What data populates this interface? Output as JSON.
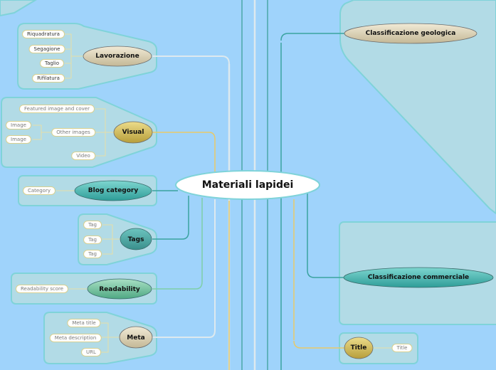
{
  "central": "Materiali lapidei",
  "branches": [
    {
      "id": "lavorazione",
      "label": "Lavorazione",
      "children": [
        "Riquadratura",
        "Segagione",
        "Taglio",
        "Rifilatura"
      ]
    },
    {
      "id": "visual",
      "label": "Visual",
      "children": [
        "Featured image and cover",
        "Other images",
        "Video"
      ],
      "sub_children": [
        "Image",
        "Image"
      ]
    },
    {
      "id": "blog-category",
      "label": "Blog category",
      "children": [
        "Category"
      ]
    },
    {
      "id": "tags",
      "label": "Tags",
      "children": [
        "Tag",
        "Tag",
        "Tag"
      ]
    },
    {
      "id": "readability",
      "label": "Readability",
      "children": [
        "Readability score"
      ]
    },
    {
      "id": "meta",
      "label": "Meta",
      "children": [
        "Meta title",
        "Meta description",
        "URL"
      ]
    },
    {
      "id": "classificazione-geologica",
      "label": "Classificazione geologica",
      "children": []
    },
    {
      "id": "classificazione-commerciale",
      "label": "Classificazione commerciale",
      "children": []
    },
    {
      "id": "title",
      "label": "Title",
      "children": [
        "Title"
      ]
    }
  ],
  "colors": {
    "background": "#9fd3fb",
    "panel_fill": "#b2dbe6",
    "panel_stroke": "#7fd3d9",
    "node_tan": "#d7ceb1",
    "node_gold": "#d4c060",
    "node_teal": "#4fb5b0",
    "node_green": "#6fc3a0",
    "connector_yellow": "#e8c96a",
    "connector_teal": "#3aa3a0",
    "connector_light": "#d8e8ee"
  }
}
